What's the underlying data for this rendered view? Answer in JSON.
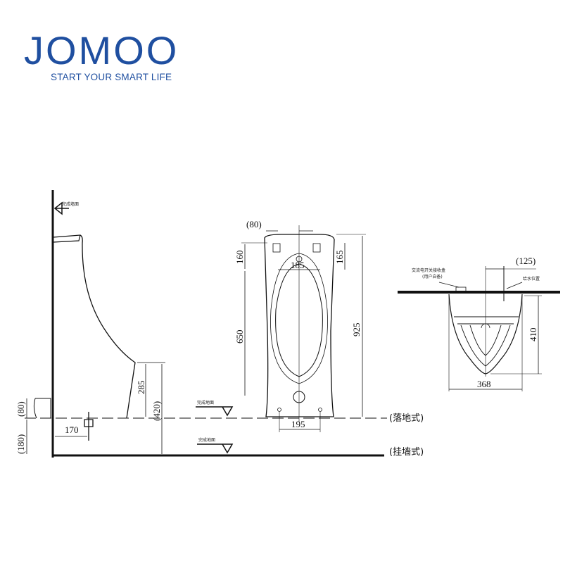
{
  "brand": {
    "name": "JOMOO",
    "tagline": "START YOUR SMART LIFE",
    "color": "#1f4fa0"
  },
  "side_view": {
    "labels": {
      "finished_wall": "完成墙面",
      "finished_floor": "完成地面",
      "finished_floor_2": "完成地面"
    },
    "dims": {
      "d285": "285",
      "d420": "(420)",
      "d170": "170",
      "d80": "(80)",
      "d180": "(180)"
    }
  },
  "front_view": {
    "dims": {
      "d80": "(80)",
      "d160": "160",
      "d185": "185",
      "d165": "165",
      "d650": "650",
      "d925": "925",
      "d195": "195"
    }
  },
  "wall_view": {
    "labels": {
      "power_box": "交流电开关接收盒",
      "power_box_note": "(用户自备)",
      "water_supply": "给水位置"
    },
    "dims": {
      "d125": "(125)",
      "d410": "410",
      "d368": "368"
    }
  },
  "install_types": {
    "floor": "(落地式)",
    "wall": "(挂墙式)"
  }
}
